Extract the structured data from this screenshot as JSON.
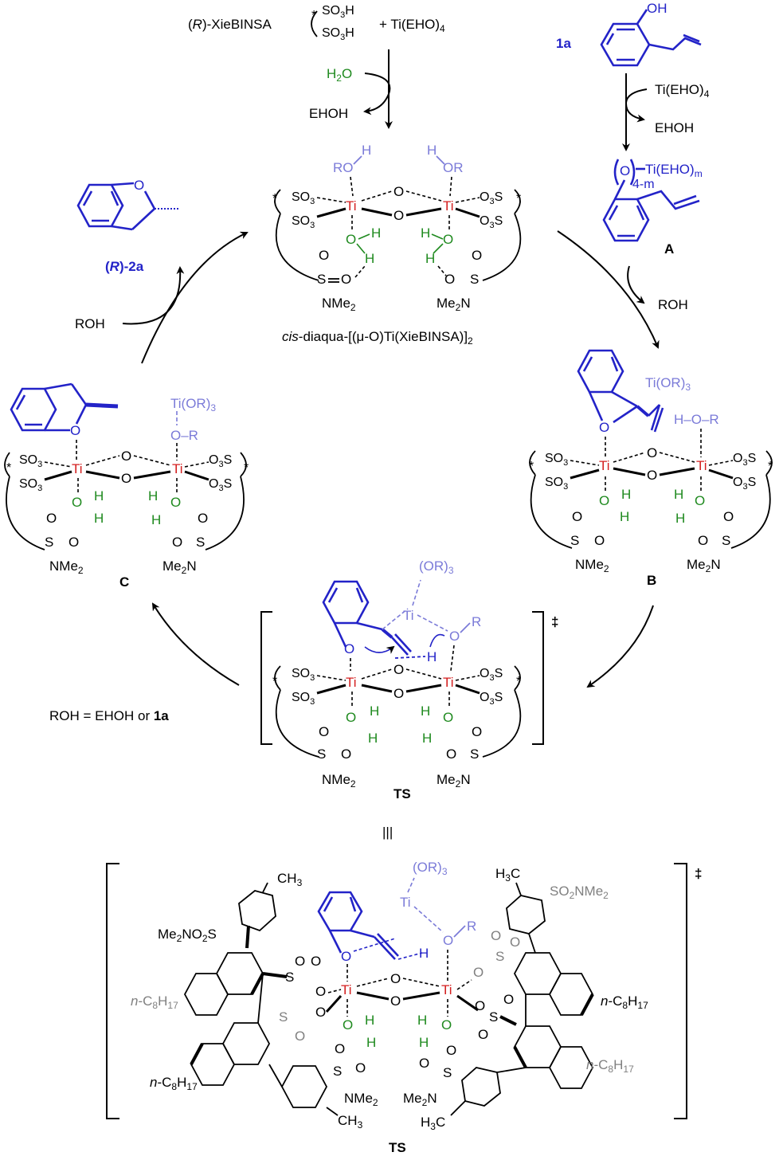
{
  "reagents": {
    "catalyst_name": "(R)-XieBINSA",
    "so3h": "SO3H",
    "ti_reagent": "+ Ti(EHO)4",
    "water": "H2O",
    "ehoh": "EHOH"
  },
  "substrate": {
    "label": "1a",
    "oh": "OH",
    "ti_reagent": "Ti(EHO)4",
    "ehoh": "EHOH",
    "ti_group": "Ti(EHO)m",
    "o_subscript": "4-m",
    "intermediate_label": "A",
    "roh": "ROH"
  },
  "catalyst": {
    "caption": "cis-diaqua-[(μ-O)Ti(XieBINSA)]2",
    "ro_h_left": "RO",
    "ro_h_right": "OR",
    "nme2": "NMe2",
    "me2n": "Me2N"
  },
  "product": {
    "label": "(R)-2a",
    "roh": "ROH"
  },
  "intermediates": {
    "c_label": "C",
    "b_label": "B",
    "ti_or3": "Ti(OR)3",
    "o_r": "O–R",
    "h_o_r": "H–O–R"
  },
  "ts": {
    "label": "TS",
    "or3": "(OR)3",
    "dagger": "‡",
    "roh_def": "ROH = EHOH or 1a",
    "equiv": "|||"
  },
  "ts3d": {
    "label": "TS",
    "ch3": "CH3",
    "h3c": "H3C",
    "so2nme2": "SO2NMe2",
    "me2no2s": "Me2NO2S",
    "n_octyl": "n-C8H17"
  }
}
